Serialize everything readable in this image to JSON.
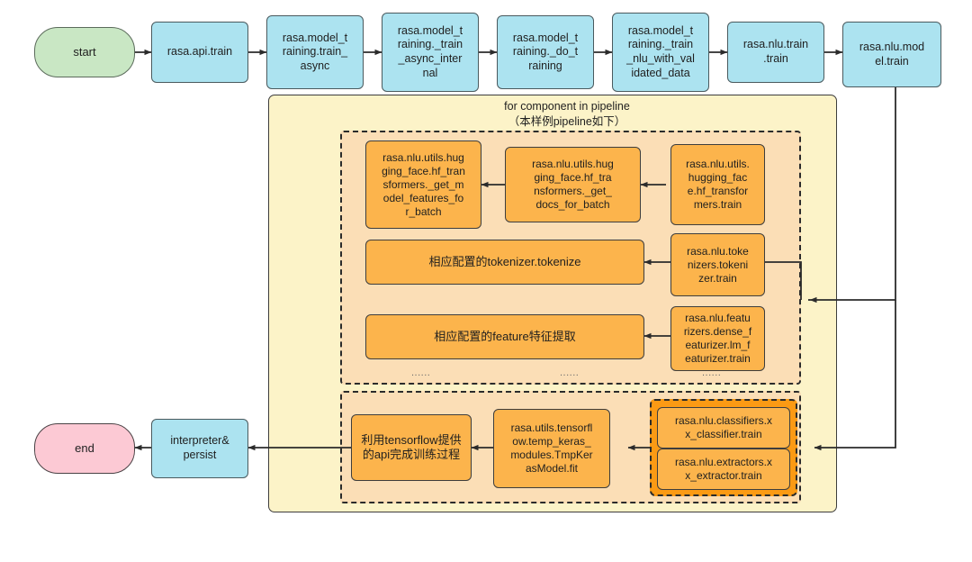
{
  "diagram": {
    "title": "rasa nlu training call flow",
    "colors": {
      "blue": "#ACE3F0",
      "orange": "#FCB44C",
      "green": "#C9E7C4",
      "pink": "#FCC9D4",
      "container_yellow": "#FCF3C8",
      "container_peach": "#FBDEB6",
      "group_highlight": "#FB9A14",
      "stroke": "#2b2b2b"
    }
  },
  "terminals": {
    "start": "start",
    "end": "end"
  },
  "top_flow": [
    {
      "id": "api-train",
      "label": "rasa.api.train"
    },
    {
      "id": "train-async",
      "label": "rasa.model_t\nraining.train_\nasync"
    },
    {
      "id": "train-async-internal",
      "label": "rasa.model_t\nraining._train\n_async_inter\nnal"
    },
    {
      "id": "do-training",
      "label": "rasa.model_t\nraining._do_t\nraining"
    },
    {
      "id": "train-nlu-validated",
      "label": "rasa.model_t\nraining._train\n_nlu_with_val\nidated_data"
    },
    {
      "id": "nlu-train-train",
      "label": "rasa.nlu.train\n.train"
    },
    {
      "id": "nlu-model-train",
      "label": "rasa.nlu.mod\nel.train"
    }
  ],
  "loop_container": {
    "label": "for component in pipeline\n（本样例pipeline如下）"
  },
  "pipeline_rows": [
    {
      "id": "hf-transformers",
      "right": "rasa.nlu.utils.\nhugging_fac\ne.hf_transfor\nmers.train",
      "middle": "rasa.nlu.utils.hug\nging_face.hf_tra\nnsformers._get_\ndocs_for_batch",
      "left": "rasa.nlu.utils.hug\nging_face.hf_tran\nsformers._get_m\nodel_features_fo\nr_batch"
    },
    {
      "id": "tokenizer",
      "right": "rasa.nlu.toke\nnizers.tokeni\nzer.train",
      "left": "相应配置的tokenizer.tokenize"
    },
    {
      "id": "featurizer",
      "right": "rasa.nlu.featu\nrizers.dense_f\neaturizer.lm_f\neaturizer.train",
      "left": "相应配置的feature特征提取"
    }
  ],
  "ellipses": [
    "......",
    "......",
    "......"
  ],
  "train_row": {
    "group": [
      {
        "id": "classifier",
        "label": "rasa.nlu.classifiers.x\nx_classifier.train"
      },
      {
        "id": "extractor",
        "label": "rasa.nlu.extractors.x\nx_extractor.train"
      }
    ],
    "middle": "rasa.utils.tensorfl\now.temp_keras_\nmodules.TmpKer\nasModel.fit",
    "left": "利用tensorflow提供\n的api完成训练过程"
  },
  "finish": {
    "interpreter": "interpreter&\npersist"
  }
}
